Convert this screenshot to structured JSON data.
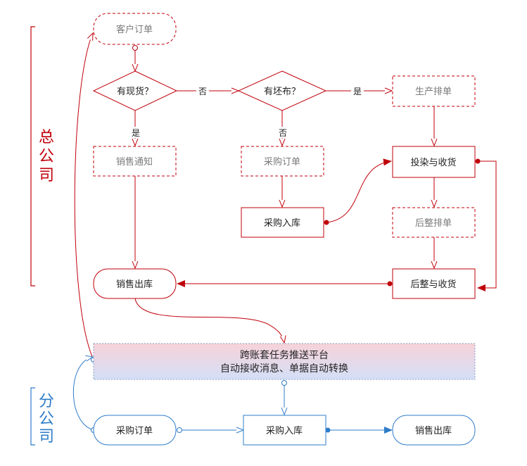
{
  "side_labels": {
    "hq": [
      "总",
      "公",
      "司"
    ],
    "branch": [
      "分",
      "公",
      "司"
    ]
  },
  "nodes": {
    "customer_order": "客户订单",
    "in_stock_q": "有现货？",
    "cloth_q": "有坯布？",
    "production_schedule": "生产排单",
    "sales_notice": "销售通知",
    "purchase_order_hq": "采购订单",
    "dye_receive": "投染与收货",
    "purchase_in_hq": "采购入库",
    "finish_schedule": "后整排单",
    "sales_out_hq": "销售出库",
    "finish_receive": "后整与收货",
    "platform_line1": "跨账套任务推送平台",
    "platform_line2": "自动接收消息、单据自动转换",
    "purchase_order_branch": "采购订单",
    "purchase_in_branch": "采购入库",
    "sales_out_branch": "销售出库"
  },
  "edge_labels": {
    "no_1": "否",
    "yes_1": "是",
    "yes_2": "是",
    "no_2": "否"
  },
  "colors": {
    "red": "#c0000a",
    "blue": "#2e7cc9",
    "dash_text": "#7a7a7a",
    "text": "#222222"
  }
}
